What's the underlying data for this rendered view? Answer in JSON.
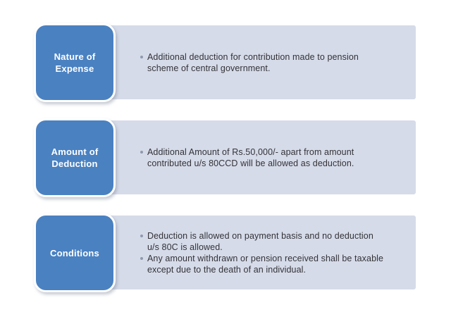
{
  "colors": {
    "page-bg": "#ffffff",
    "accent-blue": "#4a81c1",
    "panel-bg": "#d6dbe9",
    "heading-text": "#ffffff",
    "body-text": "#333338",
    "bullet-dot": "#8e99ad"
  },
  "rows": [
    {
      "label": "Nature of\nExpense",
      "bullets": [
        "Additional deduction for contribution made to pension\nscheme of central government."
      ]
    },
    {
      "label": "Amount of\nDeduction",
      "bullets": [
        "Additional Amount of Rs.50,000/- apart from amount\ncontributed u/s 80CCD will be allowed as deduction."
      ]
    },
    {
      "label": "Conditions",
      "bullets": [
        "Deduction is allowed on payment basis and no deduction\nu/s 80C is allowed.",
        "Any amount withdrawn or pension received shall be taxable\nexcept due to the death of an individual."
      ]
    }
  ]
}
